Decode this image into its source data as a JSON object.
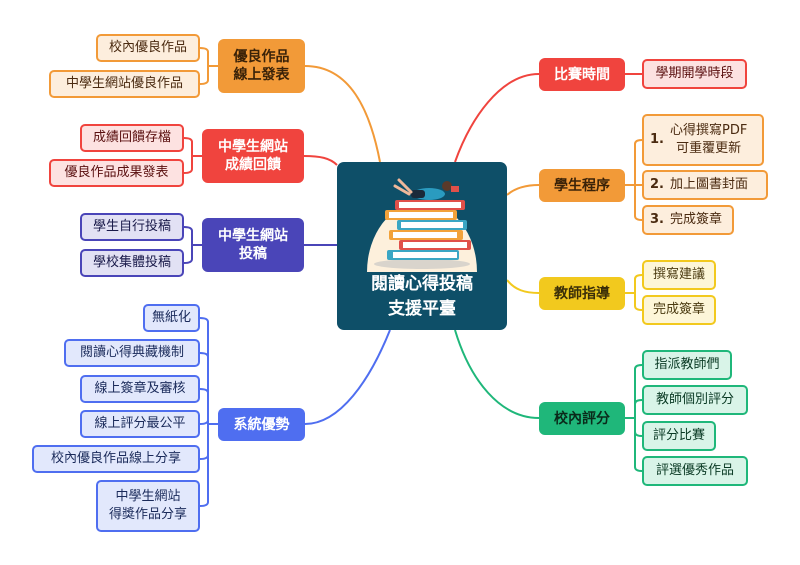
{
  "center": {
    "title": "閱讀心得投稿\n支援平臺",
    "image": "reading-books-illustration"
  },
  "left_branches": [
    {
      "label": "優良作品\n線上發表",
      "color": "#f29a38",
      "leaf_bg": "#fdeedd",
      "children": [
        "校內優良作品",
        "中學生網站優良作品"
      ]
    },
    {
      "label": "中學生網站\n成績回饋",
      "color": "#f0443e",
      "leaf_bg": "#fde2e1",
      "children": [
        "成績回饋存檔",
        "優良作品成果發表"
      ]
    },
    {
      "label": "中學生網站\n投稿",
      "color": "#4a45b8",
      "leaf_bg": "#e2e1f4",
      "children": [
        "學生自行投稿",
        "學校集體投稿"
      ]
    },
    {
      "label": "系統優勢",
      "color": "#4f6ef0",
      "leaf_bg": "#e2e8fc",
      "children": [
        "無紙化",
        "閱讀心得典藏機制",
        "線上簽章及審核",
        "線上評分最公平",
        "校內優良作品線上分享",
        "中學生網站\n得獎作品分享"
      ]
    }
  ],
  "right_branches": [
    {
      "label": "比賽時間",
      "color": "#f0443e",
      "leaf_bg": "#fde2e1",
      "children": [
        "學期開學時段"
      ]
    },
    {
      "label": "學生程序",
      "color": "#f29a38",
      "leaf_bg": "#fdeedd",
      "children": [
        {
          "num": "1.",
          "text": "心得撰寫PDF\n可重覆更新"
        },
        {
          "num": "2.",
          "text": "加上圖書封面"
        },
        {
          "num": "3.",
          "text": "完成簽章"
        }
      ]
    },
    {
      "label": "教師指導",
      "color": "#f2c91e",
      "leaf_bg": "#fdf6d8",
      "children": [
        "撰寫建議",
        "完成簽章"
      ]
    },
    {
      "label": "校內評分",
      "color": "#1fb77a",
      "leaf_bg": "#d9f4e8",
      "children": [
        "指派教師們",
        "教師個別評分",
        "評分比賽",
        "評選優秀作品"
      ]
    }
  ]
}
